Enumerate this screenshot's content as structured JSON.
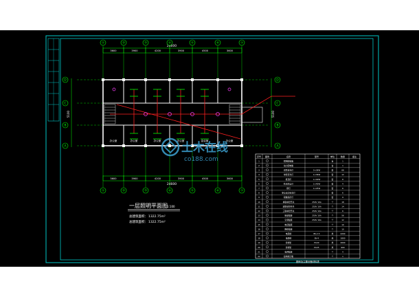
{
  "drawing": {
    "title": "一层照明平面图",
    "scale": "1:100",
    "area_line1": "总建筑面积：",
    "area_line1_value": "1322.75m²",
    "area_line2": "总建筑面积：",
    "area_line2_value": "1322.75m²"
  },
  "dims": {
    "top_total": "24600",
    "top_segments": [
      "3600",
      "3900",
      "4200",
      "3900",
      "4500",
      "3600"
    ],
    "bottom_total": "24600",
    "bottom_segments": [
      "3600",
      "3900",
      "4200",
      "3900",
      "4500",
      "3600"
    ],
    "left_total": "5100",
    "right_total": "5100"
  },
  "axes": {
    "columns": [
      "①",
      "②",
      "③",
      "④",
      "⑤",
      "⑥",
      "⑦"
    ],
    "rows": [
      "D",
      "C",
      "B",
      "A"
    ]
  },
  "rooms": [
    "办公室",
    "办公室",
    "办公室",
    "会议室",
    "办公室",
    "办公室"
  ],
  "watermark": {
    "logo_text": "土木在线",
    "site": "co188.com"
  },
  "legend": {
    "headers": [
      "序号",
      "图例",
      "名称",
      "型号",
      "单位",
      "数量",
      "备注"
    ],
    "rows": [
      [
        "1",
        "",
        "照明配电箱",
        "",
        "台",
        "1",
        ""
      ],
      [
        "2",
        "",
        "动力配电箱",
        "",
        "台",
        "1",
        ""
      ],
      [
        "3",
        "",
        "双管荧光灯",
        "2×36W",
        "套",
        "68",
        ""
      ],
      [
        "4",
        "",
        "单管荧光灯",
        "1×36W",
        "套",
        "12",
        ""
      ],
      [
        "5",
        "",
        "吸顶灯",
        "1×40W",
        "套",
        "8",
        ""
      ],
      [
        "6",
        "",
        "防水防尘灯",
        "1×40W",
        "套",
        "4",
        ""
      ],
      [
        "7",
        "",
        "壁灯",
        "1×25W",
        "套",
        "6",
        ""
      ],
      [
        "8",
        "",
        "安全出口标志灯",
        "",
        "套",
        "6",
        ""
      ],
      [
        "9",
        "",
        "疏散指示灯",
        "",
        "套",
        "9",
        ""
      ],
      [
        "10",
        "",
        "单联单控开关",
        "250V 10A",
        "个",
        "18",
        ""
      ],
      [
        "11",
        "",
        "双联单控开关",
        "250V 10A",
        "个",
        "14",
        ""
      ],
      [
        "12",
        "",
        "三联单控开关",
        "250V 10A",
        "个",
        "6",
        ""
      ],
      [
        "13",
        "",
        "暗装插座",
        "250V 10A",
        "个",
        "56",
        ""
      ],
      [
        "14",
        "",
        "空调插座",
        "250V 16A",
        "个",
        "12",
        ""
      ],
      [
        "15",
        "",
        "电话插座",
        "",
        "个",
        "10",
        ""
      ],
      [
        "16",
        "",
        "网络插座",
        "",
        "个",
        "10",
        ""
      ],
      [
        "17",
        "",
        "电源线",
        "BV-2.5",
        "米",
        "4200",
        ""
      ],
      [
        "18",
        "",
        "电源线",
        "BV-4",
        "米",
        "1800",
        ""
      ],
      [
        "19",
        "",
        "穿线管",
        "PC20",
        "米",
        "2600",
        ""
      ],
      [
        "20",
        "",
        "穿线管",
        "PC25",
        "米",
        "900",
        ""
      ],
      [
        "21",
        "",
        "电视插座",
        "",
        "个",
        "4",
        ""
      ],
      [
        "22",
        "",
        "接地端子箱",
        "",
        "个",
        "1",
        ""
      ]
    ],
    "caption": "图例及主要设备材料表"
  },
  "colors": {
    "frame": "#00c8c8",
    "wall": "#ffffff",
    "axis": "#00ff00",
    "wiring": "#ff2020",
    "fixture": "#ff40ff",
    "watermark": "#3ca0d0"
  }
}
